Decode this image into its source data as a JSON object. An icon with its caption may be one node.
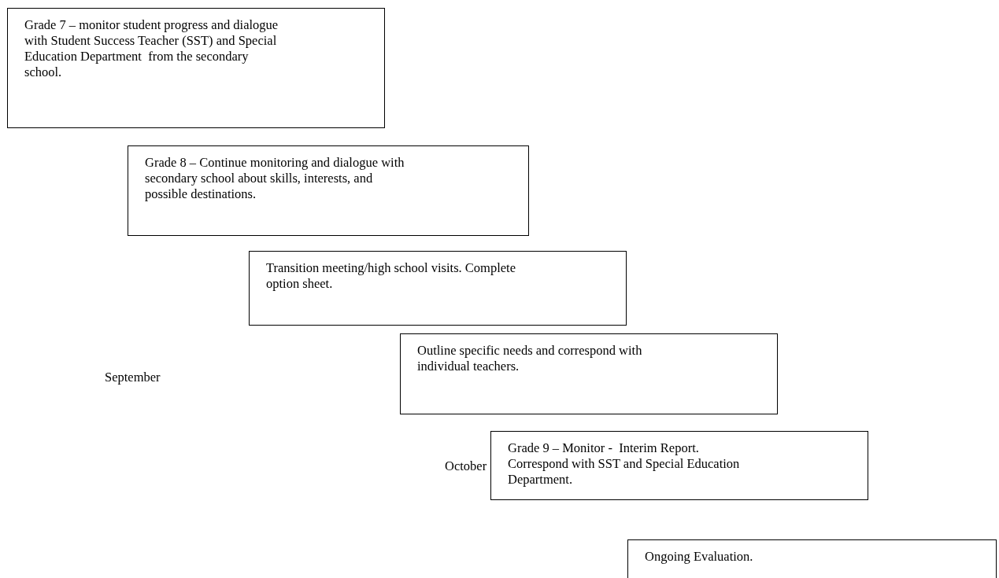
{
  "diagram": {
    "nodes": [
      {
        "text": [
          "Grade 7 – monitor student progress and dialogue with Student Success Teacher (SST) and Special Education Department  from the secondary school."
        ]
      },
      {
        "text": [
          "Grade 8 – Continue monitoring and dialogue with secondary school about skills, interests, and possible destinations."
        ]
      },
      {
        "text": [
          "Transition meeting/high school visits. Complete option sheet."
        ]
      },
      {
        "text": [
          "Outline specific needs and correspond with individual teachers."
        ]
      },
      {
        "text": [
          "Grade 9 – Monitor -  Interim Report. Correspond with SST and Special Education Department."
        ],
        "beside": [
          "October"
        ]
      },
      {
        "text": [
          "Ongoing Evaluation."
        ]
      }
    ],
    "labels": [
      "September"
    ]
  }
}
